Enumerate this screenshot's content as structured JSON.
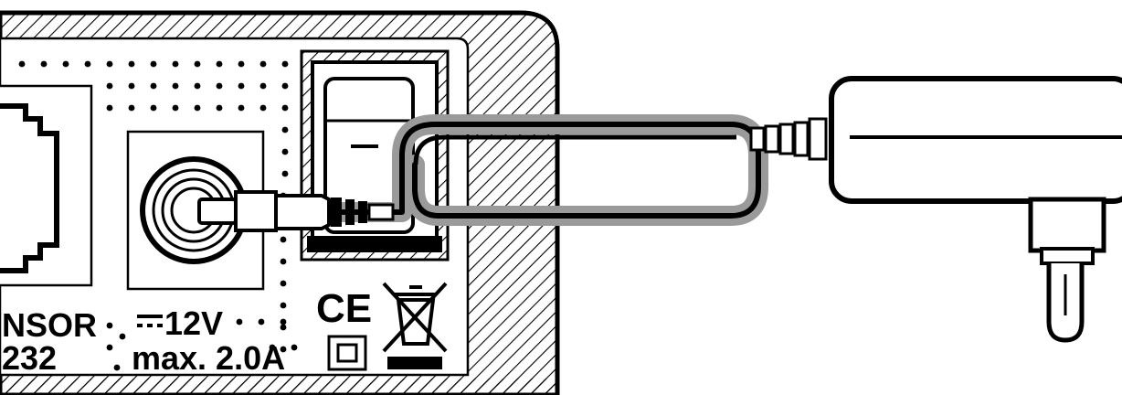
{
  "colors": {
    "ink": "#000000",
    "paper": "#ffffff",
    "cable_shadow": "#9a9a9a"
  },
  "labels": {
    "sensor_line1": "NSOR",
    "sensor_line2": "232",
    "voltage": "12V",
    "current": "max. 2.0A",
    "ce_mark": "CE"
  },
  "icons": {
    "dc_symbol": "dc-current-symbol-icon",
    "ce": "ce-mark-icon",
    "weee": "crossed-out-wheelie-bin-icon",
    "double_insulation": "double-insulation-square-icon",
    "switch": "rocker-switch-icon"
  }
}
